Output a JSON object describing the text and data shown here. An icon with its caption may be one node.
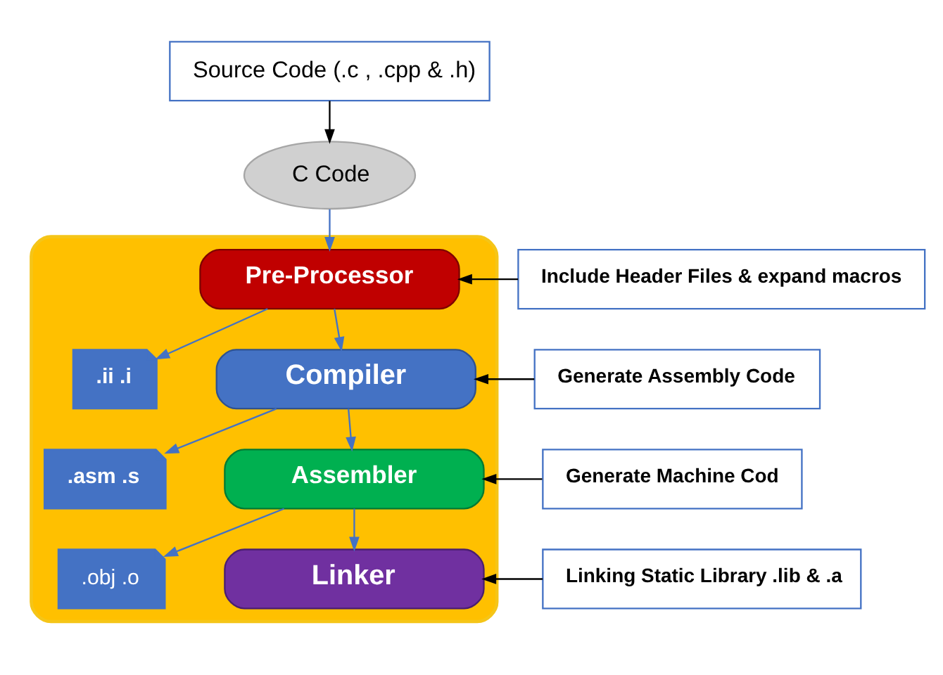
{
  "diagram": {
    "nodes": [
      {
        "text": [
          "Source Code (.c , .cpp & .h)"
        ]
      },
      {
        "text": [
          "C Code"
        ]
      },
      {
        "text": [
          "Include Header Files & expand macros"
        ]
      },
      {
        "text": [],
        "shape": "box"
      },
      {
        "text": [
          "Pre-Processor"
        ],
        "in": 3
      },
      {
        "text": [
          ".ii .i"
        ],
        "in": 3
      },
      {
        "text": [
          "Generate Assembly Code"
        ]
      },
      {
        "text": [
          "Compiler"
        ],
        "in": 3
      },
      {
        "text": [
          ".asm .s"
        ],
        "in": 3
      },
      {
        "text": [
          "Generate Machine Cod"
        ]
      },
      {
        "text": [
          "Assembler"
        ],
        "in": 3
      },
      {
        "text": [
          ".obj .o"
        ],
        "in": 3
      },
      {
        "text": [
          "Linking Static Library .lib & .a"
        ]
      },
      {
        "text": [
          "Linker"
        ],
        "in": 3
      }
    ],
    "edges": [
      {
        "from": 0,
        "to": 1,
        "arrow": "to",
        "color": "#000000"
      },
      {
        "from": 1,
        "to": 4,
        "arrow": "to"
      },
      {
        "from": 2,
        "to": 4,
        "arrow": "to",
        "color": "#000000"
      },
      {
        "from": 4,
        "to": 7,
        "arrow": "to"
      },
      {
        "from": 4,
        "to": 5,
        "arrow": "to"
      },
      {
        "from": 6,
        "to": 7,
        "arrow": "to",
        "color": "#000000"
      },
      {
        "from": 7,
        "to": 10,
        "arrow": "to"
      },
      {
        "from": 7,
        "to": 8,
        "arrow": "to"
      },
      {
        "from": 9,
        "to": 10,
        "arrow": "to",
        "color": "#000000"
      },
      {
        "from": 10,
        "to": 13,
        "arrow": "to"
      },
      {
        "from": 10,
        "to": 11,
        "arrow": "to"
      },
      {
        "from": 12,
        "to": 13,
        "arrow": "to",
        "color": "#000000"
      }
    ]
  }
}
